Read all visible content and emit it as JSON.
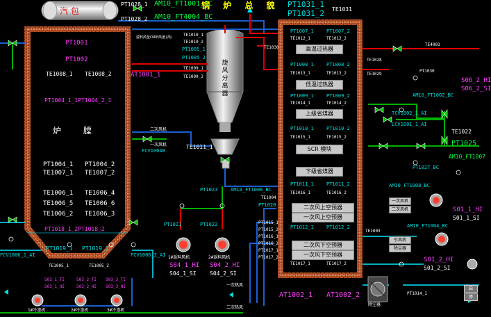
{
  "title": "锅 炉 总 貌",
  "colors": {
    "pipe_blue": "#1a5fd0",
    "pipe_red": "#e00000",
    "pipe_green": "#00b000",
    "pipe_cyan": "#00b0c0",
    "brick": "#b84a22"
  },
  "drum": {
    "label": "汽 包",
    "top_tags": [
      "PT1028_1",
      "PT1028_2"
    ],
    "flow_tag": "AM10_FT1001_BC",
    "flow_tag2": "AM10_FT4004_BC"
  },
  "furnace": {
    "label": "炉 膛",
    "tags": [
      "PT1001",
      "PT1002",
      "TE1008_1",
      "TE1008_2",
      "PT1004_1_1PT1004_2_1",
      "PT1004_1",
      "PT1004_2",
      "TE1007_1",
      "TE1007_2",
      "TE1006_1",
      "TE1006_4",
      "TE1006_5",
      "TE1006_6",
      "TE1006_2",
      "TE1006_3",
      "PT1018_1_2PT1018_2",
      "PT1019_1",
      "PT1019_2",
      "TE1005_1",
      "TE1005_2"
    ]
  },
  "cyclone": {
    "label": "旋风分离器",
    "tags": [
      "TE1010_1",
      "TE1010_2",
      "PT1005_1",
      "PT1005_2",
      "TE1009_1",
      "TE1009_2",
      "TE1030",
      "TE1011_1",
      "PT1023",
      "AM10_FT1006_BC",
      "PT1020"
    ],
    "bypass_label": "返料风至CORE风道(风)"
  },
  "at_tags": [
    "AT1001_1",
    "AT1002_1",
    "AT1002_2"
  ],
  "secondary_air": {
    "label1": "二次风机",
    "label2": "一次风机",
    "fcv": "FCV1004B"
  },
  "backpass": {
    "tags": [
      "PT1031_1",
      "PT1031_2",
      "TE1031"
    ],
    "sections": [
      "高温过热器",
      "低温过热器",
      "上级省煤器",
      "SCR 模块",
      "下级省煤器",
      "二次风上空预器",
      "一次风上空预器",
      "二次风下空预器",
      "一次风下空预器"
    ],
    "tags_inner": [
      "PT1007_1",
      "PT1007_2",
      "TE1012_1",
      "TE1012_2",
      "PT1008_1",
      "PT1008_2",
      "TE1013_1",
      "TE1013_2",
      "PT1009_1",
      "PT1009_2",
      "TE1014_1",
      "TE1014_2",
      "PT1010_1",
      "PT1010_2",
      "TE1015_1",
      "TE1015_2",
      "PT1011_1",
      "PT1011_2",
      "TE1016_1",
      "TE1016_2",
      "PT1012_1",
      "PT1012_2",
      "TE1017_1",
      "TE1017_2"
    ],
    "left_tags": [
      "PT1015_1",
      "PT1015_2",
      "PT1016_1",
      "PT1016_2",
      "PT1017_1",
      "PT1017_2",
      "TE1004",
      "PT1020"
    ]
  },
  "right_tags": [
    "TE4003",
    "TE1028",
    "TE1029",
    "PT1030",
    "TE1022",
    "PT1025",
    "AM10_FT1007",
    "TE1003",
    "PT1014_1",
    "AM10_FT1008_BC",
    "AM10_FT1002_BC",
    "AM10_FT1004_BC"
  ],
  "fans": [
    {
      "label": "1#返料风机",
      "tags": [
        "S04_1_HI",
        "S04_1_SI"
      ]
    },
    {
      "label": "2#返料风机",
      "tags": [
        "S04_2_HI",
        "S04_2_SI"
      ]
    },
    {
      "label": "引风机",
      "tags": [
        "S01_1_HI",
        "S01_1_SI"
      ]
    },
    {
      "label": "一次风机",
      "tags": [
        "S01_2_HI",
        "S01_2_SI"
      ]
    },
    {
      "label": "二次风机",
      "tags": [
        "S06_2_HI",
        "S06_2_SI"
      ]
    }
  ],
  "coolers": [
    {
      "label": "1#冷渣机",
      "tags": [
        "S03_1_TI",
        "S03_1_HI"
      ]
    },
    {
      "label": "2#冷渣机",
      "tags": [
        "S03_2_TI",
        "S03_2_HI"
      ]
    },
    {
      "label": "3#冷渣机",
      "tags": [
        "S03_3_TI",
        "S03_3_HI"
      ]
    }
  ],
  "controls": {
    "start": "启",
    "stop": "停",
    "buttons": [
      "一次风机",
      "二次风机",
      "引风机",
      "除尘器"
    ]
  },
  "bottom_labels": [
    "二次热风",
    "一次热风",
    "除尘器",
    "FCV1006_1_AI",
    "FCV1006_2_AI",
    "PT1021",
    "PT1022",
    "LCV1001_1_AI",
    "TCV1002_1_AI",
    "PT1027_BC"
  ]
}
